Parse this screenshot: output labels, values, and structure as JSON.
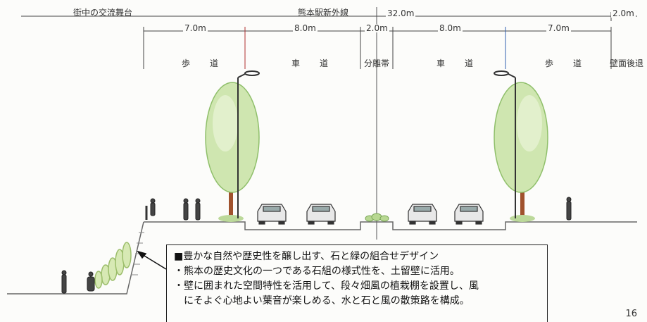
{
  "header": {
    "left_label": "街中の交流舞台",
    "center_label": "熊本駅新外線",
    "total_width": "32.0m",
    "right_width": "2.0m"
  },
  "dimensions": {
    "sidewalk_left": "7.0m",
    "road_left": "8.0m",
    "median": "2.0m",
    "road_right": "8.0m",
    "sidewalk_right": "7.0m"
  },
  "sections": {
    "sidewalk_left": "歩　道",
    "road_left": "車　道",
    "median": "分離帯",
    "road_right": "車　道",
    "sidewalk_right": "歩　道",
    "setback": "壁面後退"
  },
  "callout": {
    "heading": "■豊かな自然や歴史性を醸し出す、石と緑の組合せデザイン",
    "bullet1": "・熊本の歴史文化の一つである石組の様式性を、土留壁に活用。",
    "bullet2": "・壁に囲まれた空間特性を活用して、段々畑風の植栽棚を設置し、風",
    "bullet2_cont": "　にそよぐ心地よい葉音が楽しめる、水と石と風の散策路を構成。"
  },
  "page_number": "16"
}
